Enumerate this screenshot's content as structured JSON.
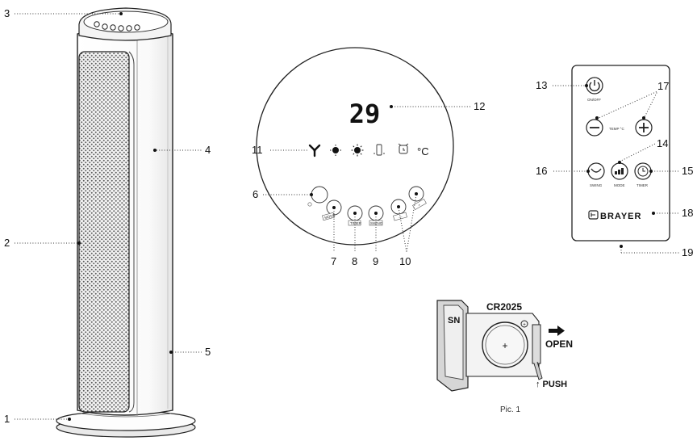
{
  "callouts": {
    "c1": "1",
    "c2": "2",
    "c3": "3",
    "c4": "4",
    "c5": "5",
    "c6": "6",
    "c7": "7",
    "c8": "8",
    "c9": "9",
    "c10": "10",
    "c11": "11",
    "c12": "12",
    "c13": "13",
    "c14": "14",
    "c15": "15",
    "c16": "16",
    "c17": "17",
    "c18": "18",
    "c19": "19"
  },
  "display": {
    "temperature": "29",
    "unit": "°C"
  },
  "panel_buttons": {
    "b7": "MODE",
    "b8": "TIMER",
    "b9": "SWING",
    "b10a": "—",
    "b10b": "+"
  },
  "remote": {
    "onoff_label": "ON/OFF",
    "temp_label": "TEMP °C",
    "swing_label": "SWING",
    "mode_label": "MODE",
    "timer_label": "TIMER",
    "brand": "BRAYER"
  },
  "battery": {
    "model": "CR2025",
    "sn_label": "SN",
    "open_label": "OPEN",
    "push_label": "↑ PUSH",
    "plus_sign": "+"
  },
  "caption": "Pic. 1"
}
